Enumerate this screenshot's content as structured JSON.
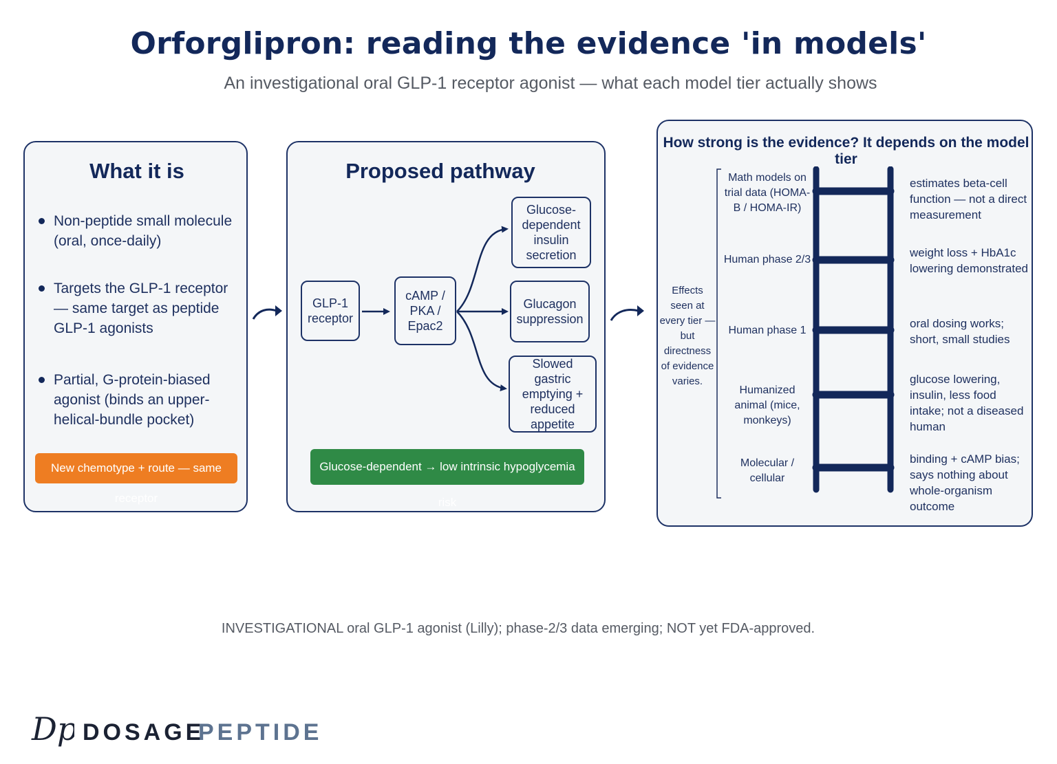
{
  "title": "Orforglipron: reading the evidence 'in models'",
  "subtitle": "An investigational oral GLP-1 receptor agonist — what each model tier actually shows",
  "what_it_is": {
    "heading": "What it is",
    "bullets": [
      "Non-peptide small molecule (oral, once-daily)",
      "Targets the GLP-1 receptor — same target as peptide GLP-1 agonists",
      "Partial, G-protein-biased agonist (binds an upper-helical-bundle pocket)"
    ],
    "badge": "New chemotype + route — same receptor",
    "badge_color": "#ee7d22"
  },
  "pathway": {
    "heading": "Proposed pathway",
    "receptor": "GLP-1 receptor",
    "signaling": "cAMP / PKA / Epac2",
    "outcomes": [
      "Glucose-dependent insulin secretion",
      "Glucagon suppression",
      "Slowed gastric emptying + reduced appetite"
    ],
    "badge": "Glucose-dependent → low intrinsic hypoglycemia risk",
    "badge_color": "#2f8a46"
  },
  "evidence": {
    "heading": "How strong is the evidence? It depends on the model tier",
    "side_note": "Effects seen at every tier — but directness of evidence varies.",
    "tiers": [
      {
        "label": "Math models on trial data (HOMA-B / HOMA-IR)",
        "note": "estimates beta-cell function — not a direct measurement"
      },
      {
        "label": "Human phase 2/3",
        "note": "weight loss + HbA1c lowering demonstrated"
      },
      {
        "label": "Human phase 1",
        "note": "oral dosing works; short, small studies"
      },
      {
        "label": "Humanized animal (mice, monkeys)",
        "note": "glucose lowering, insulin, less food intake; not a diseased human"
      },
      {
        "label": "Molecular / cellular",
        "note": "binding + cAMP bias; says nothing about whole-organism outcome"
      }
    ],
    "ladder_color": "#13285a"
  },
  "footnote": "INVESTIGATIONAL oral GLP-1 agonist (Lilly); phase-2/3 data emerging; NOT yet FDA-approved.",
  "brand": {
    "mark": "Dp",
    "word_a": "DOSAGE",
    "word_b": "PEPTIDE"
  }
}
